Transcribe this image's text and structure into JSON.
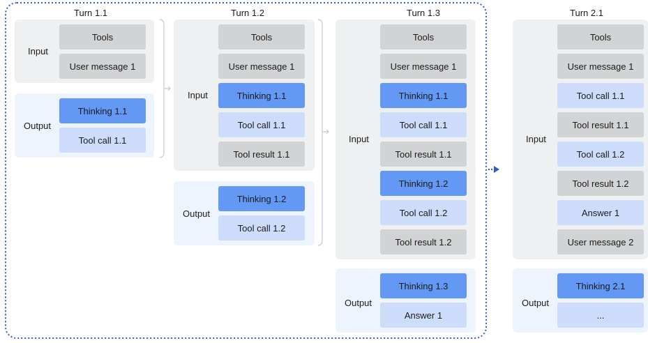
{
  "colors": {
    "gray_chip": "#d1d3d5",
    "thinking_chip": "#6399f5",
    "tool_call_chip": "#cddcfb",
    "input_panel": "#eef0f2",
    "output_panel": "#eef4fd",
    "dotted_border": "#2f5ec8"
  },
  "turns": [
    {
      "title": "Turn 1.1",
      "input_label": "Input",
      "output_label": "Output",
      "input": [
        "Tools",
        "User message 1"
      ],
      "output": [
        "Thinking 1.1",
        "Tool call 1.1"
      ]
    },
    {
      "title": "Turn 1.2",
      "input_label": "Input",
      "output_label": "Output",
      "input": [
        "Tools",
        "User message 1",
        "Thinking 1.1",
        "Tool call 1.1",
        "Tool result 1.1"
      ],
      "output": [
        "Thinking 1.2",
        "Tool call 1.2"
      ]
    },
    {
      "title": "Turn 1.3",
      "input_label": "Input",
      "output_label": "Output",
      "input": [
        "Tools",
        "User message 1",
        "Thinking 1.1",
        "Tool call 1.1",
        "Tool result 1.1",
        "Thinking 1.2",
        "Tool call 1.2",
        "Tool result 1.2"
      ],
      "output": [
        "Thinking 1.3",
        "Answer 1"
      ]
    },
    {
      "title": "Turn 2.1",
      "input_label": "Input",
      "output_label": "Output",
      "input": [
        "Tools",
        "User message 1",
        "Tool call 1.1",
        "Tool result 1.1",
        "Tool call 1.2",
        "Tool result 1.2",
        "Answer 1",
        "User message 2"
      ],
      "output": [
        "Thinking 2.1",
        "..."
      ]
    }
  ]
}
